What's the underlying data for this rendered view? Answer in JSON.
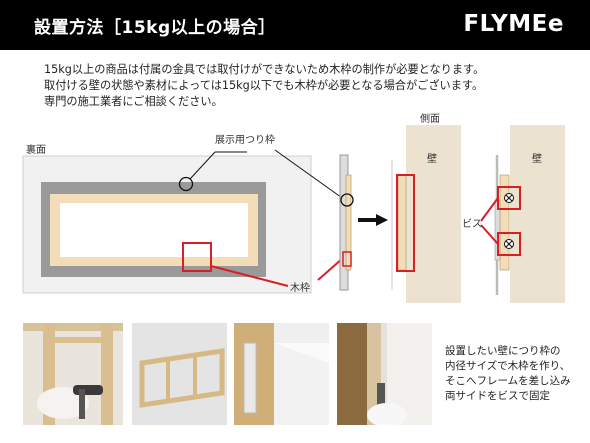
{
  "header": {
    "title": "設置方法［15kg以上の場合］",
    "brand": "FLYMEe"
  },
  "intro": {
    "lines": [
      "15kg以上の商品は付属の金具では取付けができないため木枠の制作が必要となります。",
      "取付ける壁の状態や素材によっては15kg以下でも木枠が必要となる場合がございます。",
      "専門の施工業者にご相談ください。"
    ]
  },
  "diagram": {
    "back_label": "裏面",
    "hanging_frame_label": "展示用つり枠",
    "wood_frame_label": "木枠",
    "side_label": "側面",
    "wall_label_1": "壁",
    "wall_label_2": "壁",
    "screw_label": "ビス"
  },
  "colors": {
    "header_bg": "#000000",
    "callout_red": "#d81f26",
    "wood": "#f2ddb8",
    "wall": "#ebe2cf",
    "frame_gray": "#9a9a9a"
  },
  "photos": [
    {
      "name": "photo-drilling"
    },
    {
      "name": "photo-wood-frame-on-wall"
    },
    {
      "name": "photo-frame-corner"
    },
    {
      "name": "photo-screwing-side"
    }
  ],
  "caption": {
    "lines": [
      "設置したい壁につり枠の",
      "内径サイズで木枠を作り、",
      "そこへフレームを差し込み",
      "両サイドをビスで固定"
    ]
  }
}
